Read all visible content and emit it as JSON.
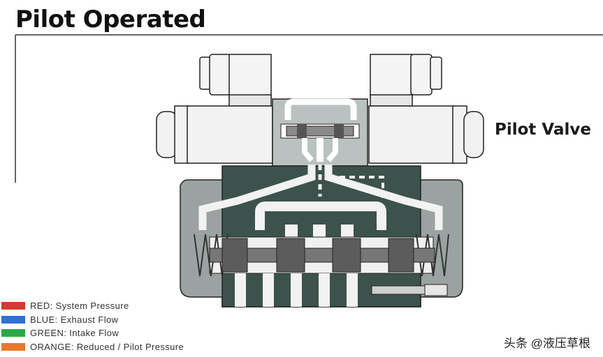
{
  "title": "Pilot Operated",
  "pilot_label": "Pilot Valve",
  "legend": [
    {
      "label": "RED: System Pressure",
      "color": "#d23a32"
    },
    {
      "label": "BLUE: Exhaust Flow",
      "color": "#2f6fd6"
    },
    {
      "label": "GREEN: Intake Flow",
      "color": "#2aa84a"
    },
    {
      "label": "ORANGE: Reduced / Pilot Pressure",
      "color": "#e8782a"
    }
  ],
  "credit": "头条 @液压草根"
}
